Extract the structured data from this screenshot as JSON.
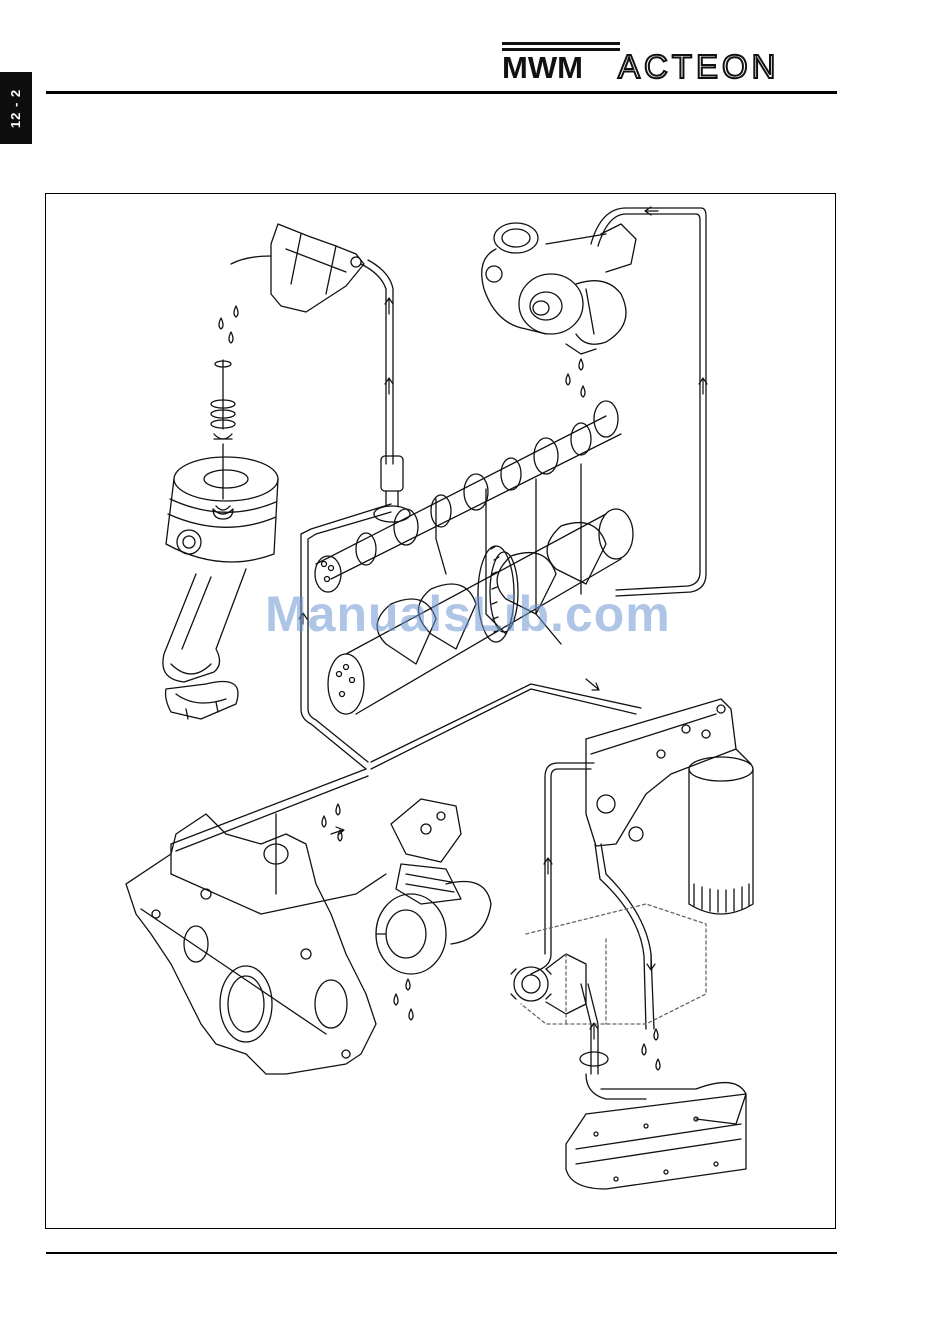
{
  "header": {
    "page_tab": "12 - 2",
    "logo_bold": "MWM",
    "logo_light": "ACTEON"
  },
  "watermark": "ManualsLib.com",
  "colors": {
    "line": "#111111",
    "tab_bg": "#0d0d0d",
    "watermark": "#6e96d2"
  },
  "figure": {
    "components": [
      "rocker-arm",
      "valve",
      "piston-conrod",
      "bearing-shells",
      "turbocharger",
      "camshaft",
      "crankshaft",
      "timing-housing",
      "air-compressor",
      "oil-filter-module",
      "oil-pump",
      "oil-pan",
      "suction-pipe"
    ]
  }
}
